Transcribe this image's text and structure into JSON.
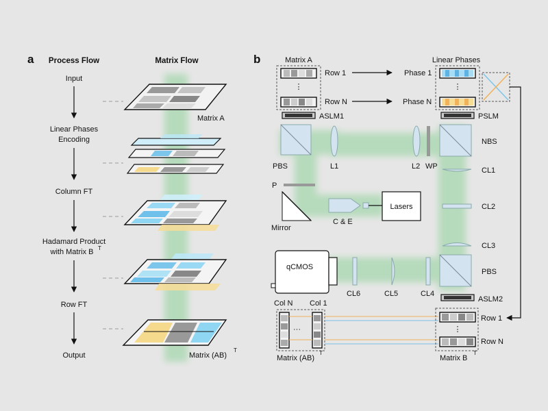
{
  "panel_a": {
    "letter": "a",
    "process_header": "Process Flow",
    "matrix_header": "Matrix Flow",
    "steps": [
      {
        "line1": "Input",
        "line2": ""
      },
      {
        "line1": "Linear Phases",
        "line2": "Encoding"
      },
      {
        "line1": "Column FT",
        "line2": ""
      },
      {
        "line1": "Hadamard Product",
        "line2": "with Matrix B",
        "sup": "T"
      },
      {
        "line1": "Row FT",
        "line2": ""
      },
      {
        "line1": "Output",
        "line2": ""
      }
    ],
    "matrix_a_label": "Matrix A",
    "output_label": "Matrix (AB)",
    "output_sup": "T"
  },
  "panel_b": {
    "letter": "b",
    "matrix_a": "Matrix A",
    "linear_phases": "Linear Phases",
    "row_1": "Row 1",
    "row_n": "Row N",
    "phase_1": "Phase 1",
    "phase_n": "Phase N",
    "aslm1": "ASLM1",
    "aslm2": "ASLM2",
    "pslm": "PSLM",
    "pbs": "PBS",
    "nbs": "NBS",
    "l1": "L1",
    "l2": "L2",
    "wp": "WP",
    "cl1": "CL1",
    "cl2": "CL2",
    "cl3": "CL3",
    "cl4": "CL4",
    "cl5": "CL5",
    "cl6": "CL6",
    "p": "P",
    "mirror": "Mirror",
    "ce": "C & E",
    "lasers": "Lasers",
    "qcmos": "qCMOS",
    "col_n": "Col N",
    "col_1": "Col 1",
    "dots_v": "⋮",
    "dots_h": "···",
    "output_matrix": "Matrix (AB)",
    "output_sup": "T",
    "matrix_b": "Matrix B",
    "matrix_b_sup": "T"
  },
  "colors": {
    "beam": "#8fd19a",
    "cyan": "#8fd6f2",
    "yellow": "#f7dc95",
    "orange": "#f0b25a",
    "blue": "#7cbde8",
    "gray": "#8c8c8c",
    "optic": "#c9dcea"
  }
}
